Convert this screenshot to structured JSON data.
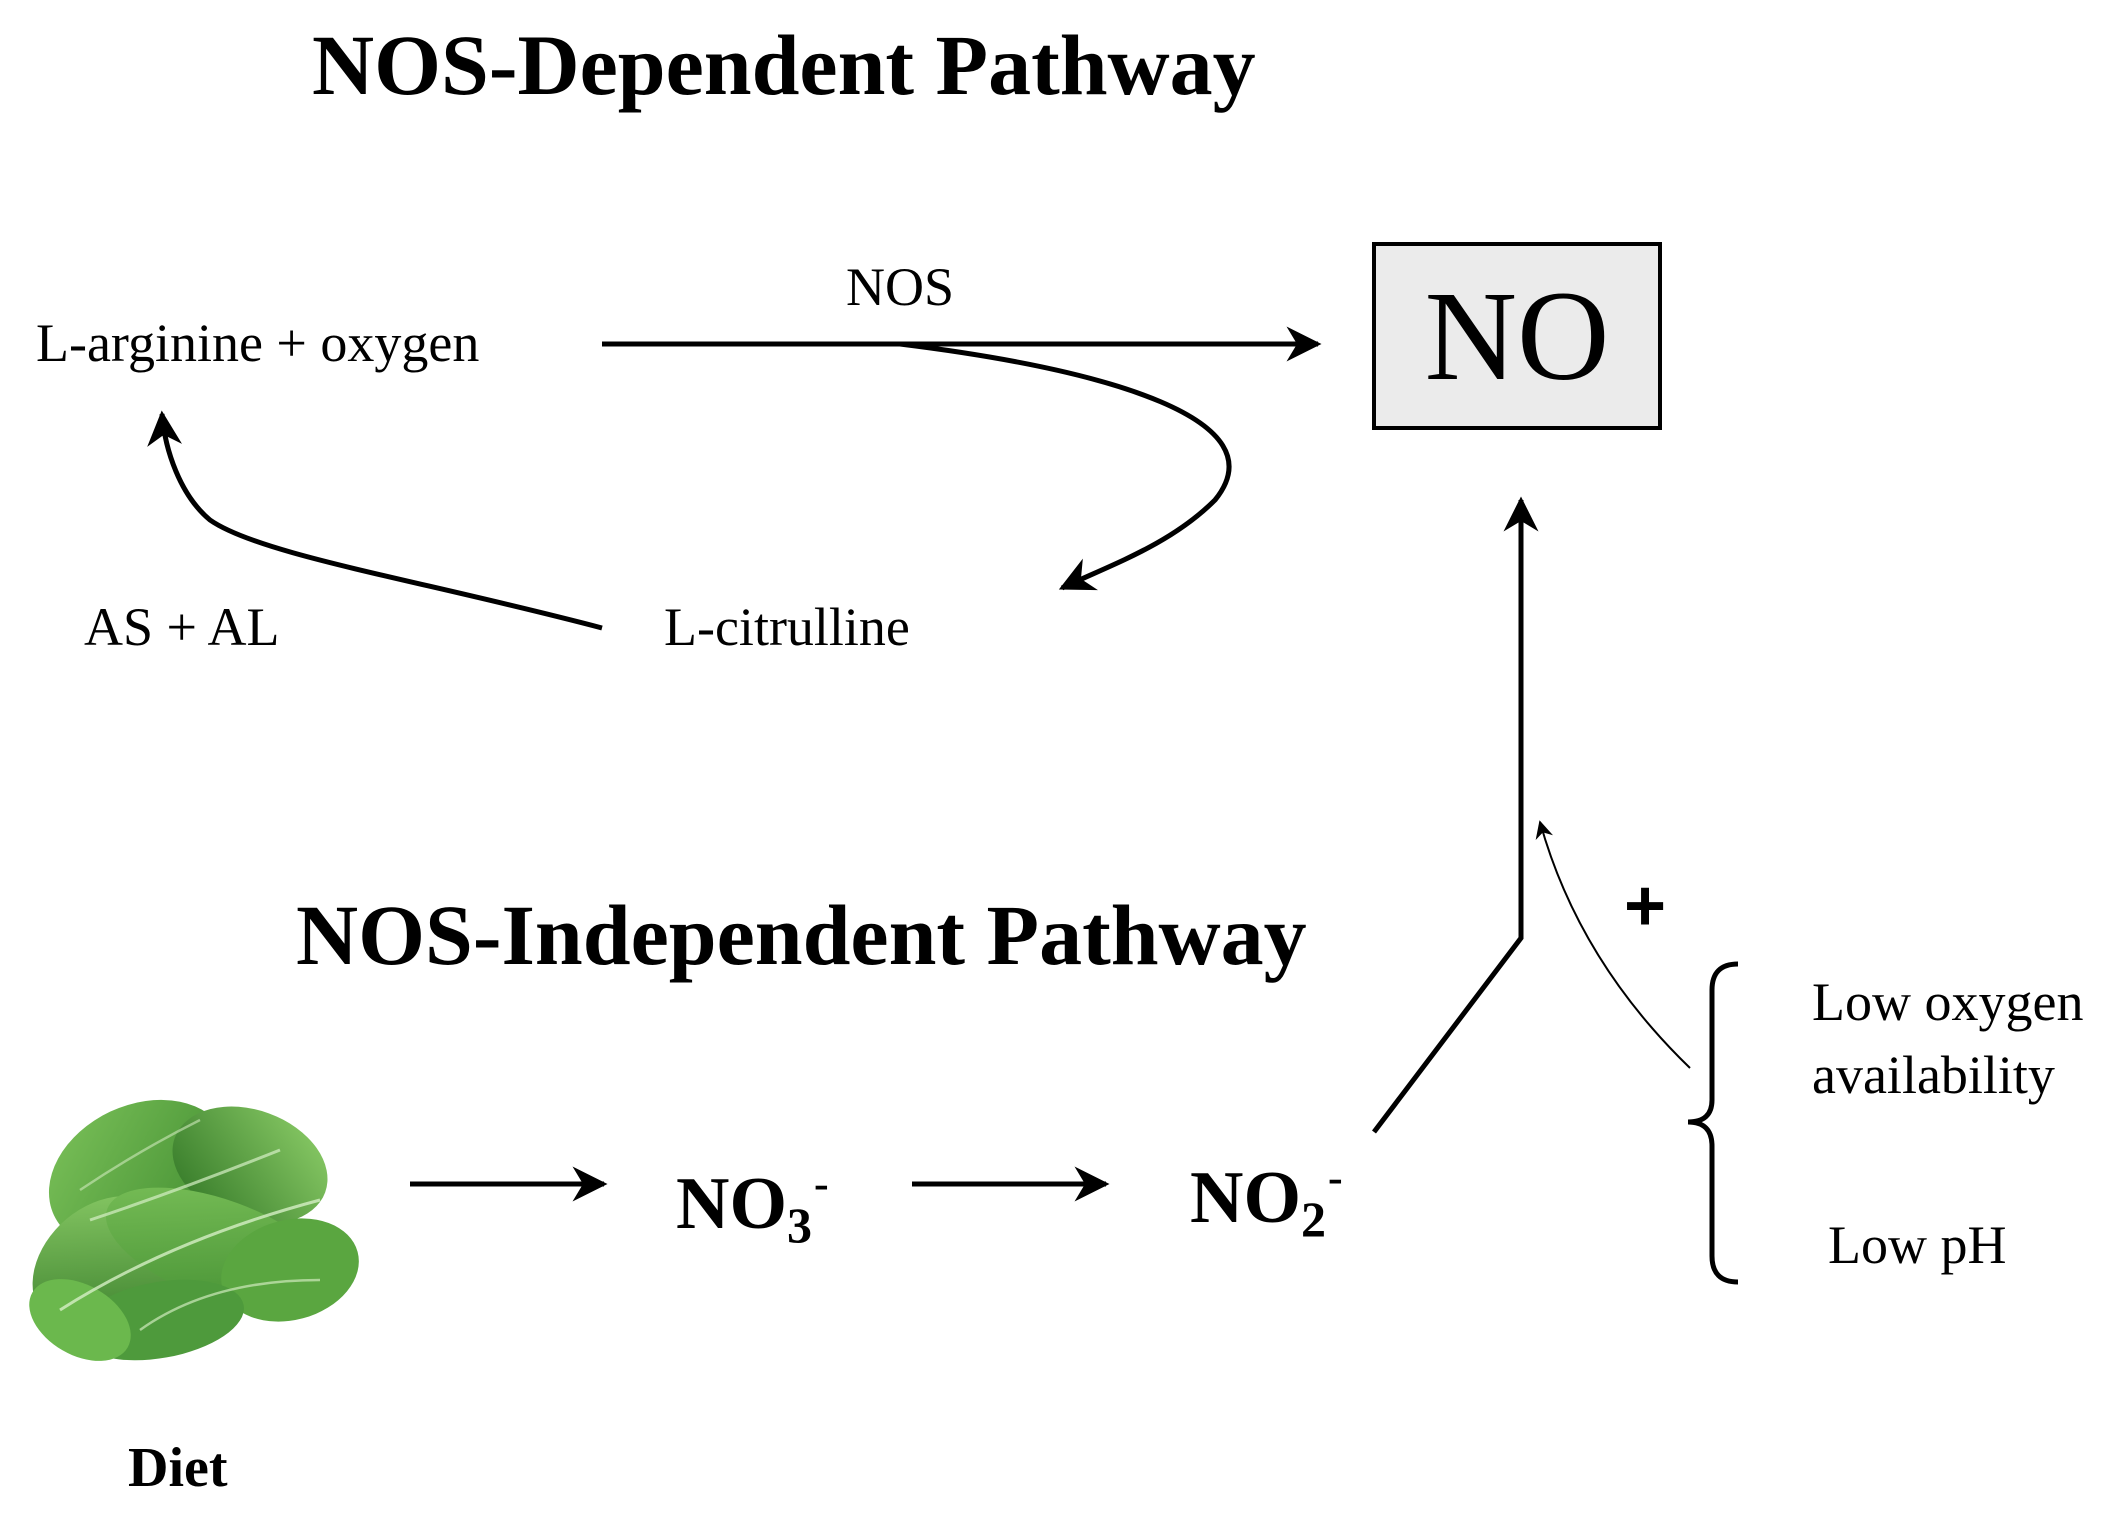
{
  "titles": {
    "dependent": "NOS-Dependent Pathway",
    "independent": "NOS-Independent Pathway"
  },
  "dependent": {
    "substrate": "L-arginine + oxygen",
    "enzyme": "NOS",
    "product": "NO",
    "byproduct": "L-citrulline",
    "recycle_enzymes": "AS + AL"
  },
  "independent": {
    "source": "Diet",
    "nitrate": {
      "base": "NO",
      "sub": "3",
      "charge": "-"
    },
    "nitrite": {
      "base": "NO",
      "sub": "2",
      "charge": "-"
    },
    "promoter_sign": "+",
    "conditions": [
      "Low oxygen availability",
      "Low pH"
    ],
    "condition_lines": [
      "Low oxygen",
      "availability"
    ]
  },
  "icons": [
    "spinach-leaves-icon"
  ],
  "colors": {
    "stroke": "#000000",
    "box_fill": "#ebebeb",
    "leaf": "#4e9a3c"
  }
}
